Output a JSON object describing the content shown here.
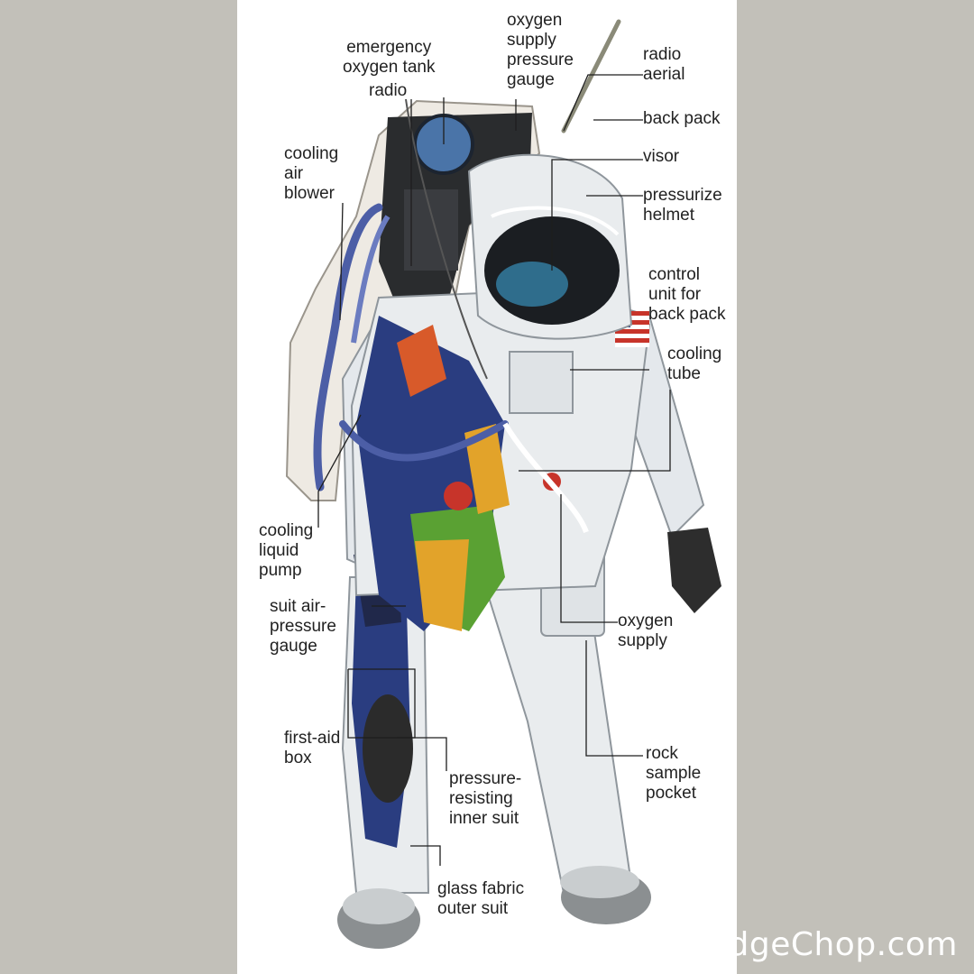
{
  "diagram": {
    "labels": {
      "emergency_oxygen_tank": "emergency\noxygen tank",
      "radio": "radio",
      "oxygen_supply_pressure_gauge": "oxygen\nsupply\npressure\ngauge",
      "radio_aerial": "radio\naerial",
      "back_pack": "back pack",
      "visor": "visor",
      "pressurize_helmet": "pressurize\nhelmet",
      "control_unit": "control\nunit for\nback pack",
      "cooling_tube": "cooling\ntube",
      "cooling_air_blower": "cooling\nair\nblower",
      "cooling_liquid_pump": "cooling\nliquid\npump",
      "suit_air_pressure_gauge": "suit air-\npressure\ngauge",
      "oxygen_supply": "oxygen\nsupply",
      "first_aid_box": "first-aid\nbox",
      "pressure_resisting_inner_suit": "pressure-\nresisting\ninner suit",
      "rock_sample_pocket": "rock\nsample\npocket",
      "glass_fabric_outer_suit": "glass fabric\nouter suit"
    }
  },
  "watermark": "dgeChop.com",
  "colors": {
    "background": "#c2c0b9",
    "panel": "#ffffff",
    "suit": "#e9ecee",
    "backpack": "#eeeae3",
    "visor": "#1b1e22",
    "cooling_tubes": "#4c5ea6",
    "inner_yellow": "#e2a32a",
    "inner_green": "#5aa133",
    "inner_red": "#c7342a",
    "inner_blue": "#2a3d80"
  }
}
